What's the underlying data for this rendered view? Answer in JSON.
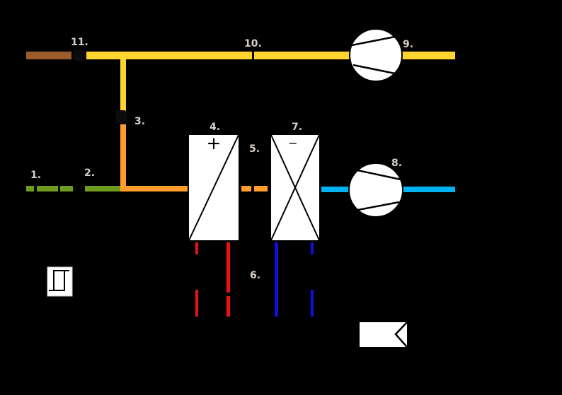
{
  "diagram": {
    "type": "hvac-ventilation-schematic",
    "colors": {
      "background": "#000000",
      "label": "#d7d0c8",
      "intake_brown": "#9b5b2b",
      "supply_yellow": "#ffd42f",
      "supply_orange": "#ff9e2c",
      "outdoor_green": "#6f9b1e",
      "extract_cyan": "#00b2ef",
      "heating_red": "#ec1212",
      "cooling_blue": "#1010dd",
      "component_fill": "#ffffff",
      "component_stroke": "#000000",
      "fitting_black": "#0c0c0c"
    },
    "labels": [
      {
        "id": "1",
        "text": "1."
      },
      {
        "id": "2",
        "text": "2."
      },
      {
        "id": "3",
        "text": "3."
      },
      {
        "id": "4",
        "text": "4."
      },
      {
        "id": "5",
        "text": "5."
      },
      {
        "id": "6",
        "text": "6."
      },
      {
        "id": "7",
        "text": "7."
      },
      {
        "id": "8",
        "text": "8."
      },
      {
        "id": "9",
        "text": "9."
      },
      {
        "id": "10",
        "text": "10."
      },
      {
        "id": "11",
        "text": "11."
      }
    ],
    "symbols": {
      "heater_plus": "+",
      "cooler_minus": "−"
    }
  }
}
